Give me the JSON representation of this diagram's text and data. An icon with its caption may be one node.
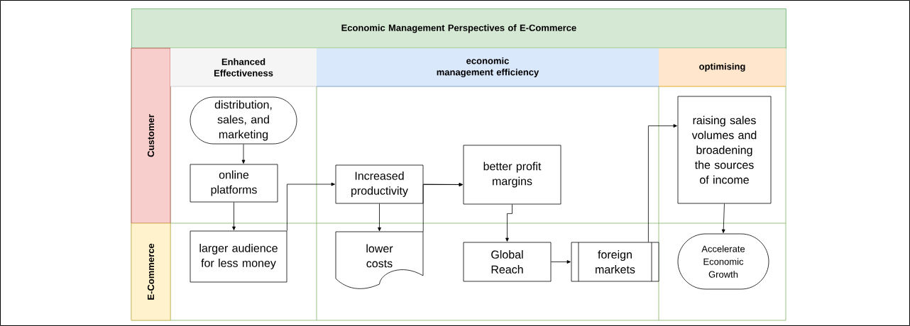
{
  "diagram": {
    "title": "Economic Management Perspectives of E-Commerce",
    "nodes": [
      {
        "text": [
          "Customer"
        ]
      },
      {
        "text": [
          "E-Commerce"
        ]
      },
      {
        "text": [
          "Enhanced Effectiveness"
        ]
      },
      {
        "text": [
          "economic management efficiency"
        ]
      },
      {
        "text": [
          "optimising"
        ]
      },
      {
        "text": [
          "distribution, sales, and marketing"
        ]
      },
      {
        "text": [
          "online platforms"
        ]
      },
      {
        "text": [
          "Increased productivity"
        ]
      },
      {
        "text": [
          "better profit margins"
        ]
      },
      {
        "text": [
          "raising sales volumes and broadening the sources of income"
        ]
      },
      {
        "text": [
          "larger audience for less money"
        ]
      },
      {
        "text": [
          "lower costs"
        ]
      },
      {
        "text": [
          "Global Reach"
        ]
      },
      {
        "text": [
          "foreign markets"
        ]
      },
      {
        "text": [
          "Accelerate Economic Growth"
        ]
      }
    ],
    "edges": [
      {
        "from": 5,
        "to": 6,
        "arrow": "to"
      },
      {
        "from": 6,
        "to": 10,
        "arrow": "to"
      },
      {
        "from": 10,
        "to": 7,
        "arrow": "to"
      },
      {
        "from": 7,
        "to": 11,
        "arrow": "to"
      },
      {
        "from": 7,
        "to": 8,
        "arrow": "to"
      },
      {
        "from": 11,
        "to": 8,
        "arrow": "to"
      },
      {
        "from": 8,
        "to": 12,
        "arrow": "to"
      },
      {
        "from": 12,
        "to": 13,
        "arrow": "to"
      },
      {
        "from": 13,
        "to": 9,
        "arrow": "to"
      },
      {
        "from": 9,
        "to": 14,
        "arrow": "to"
      }
    ]
  }
}
